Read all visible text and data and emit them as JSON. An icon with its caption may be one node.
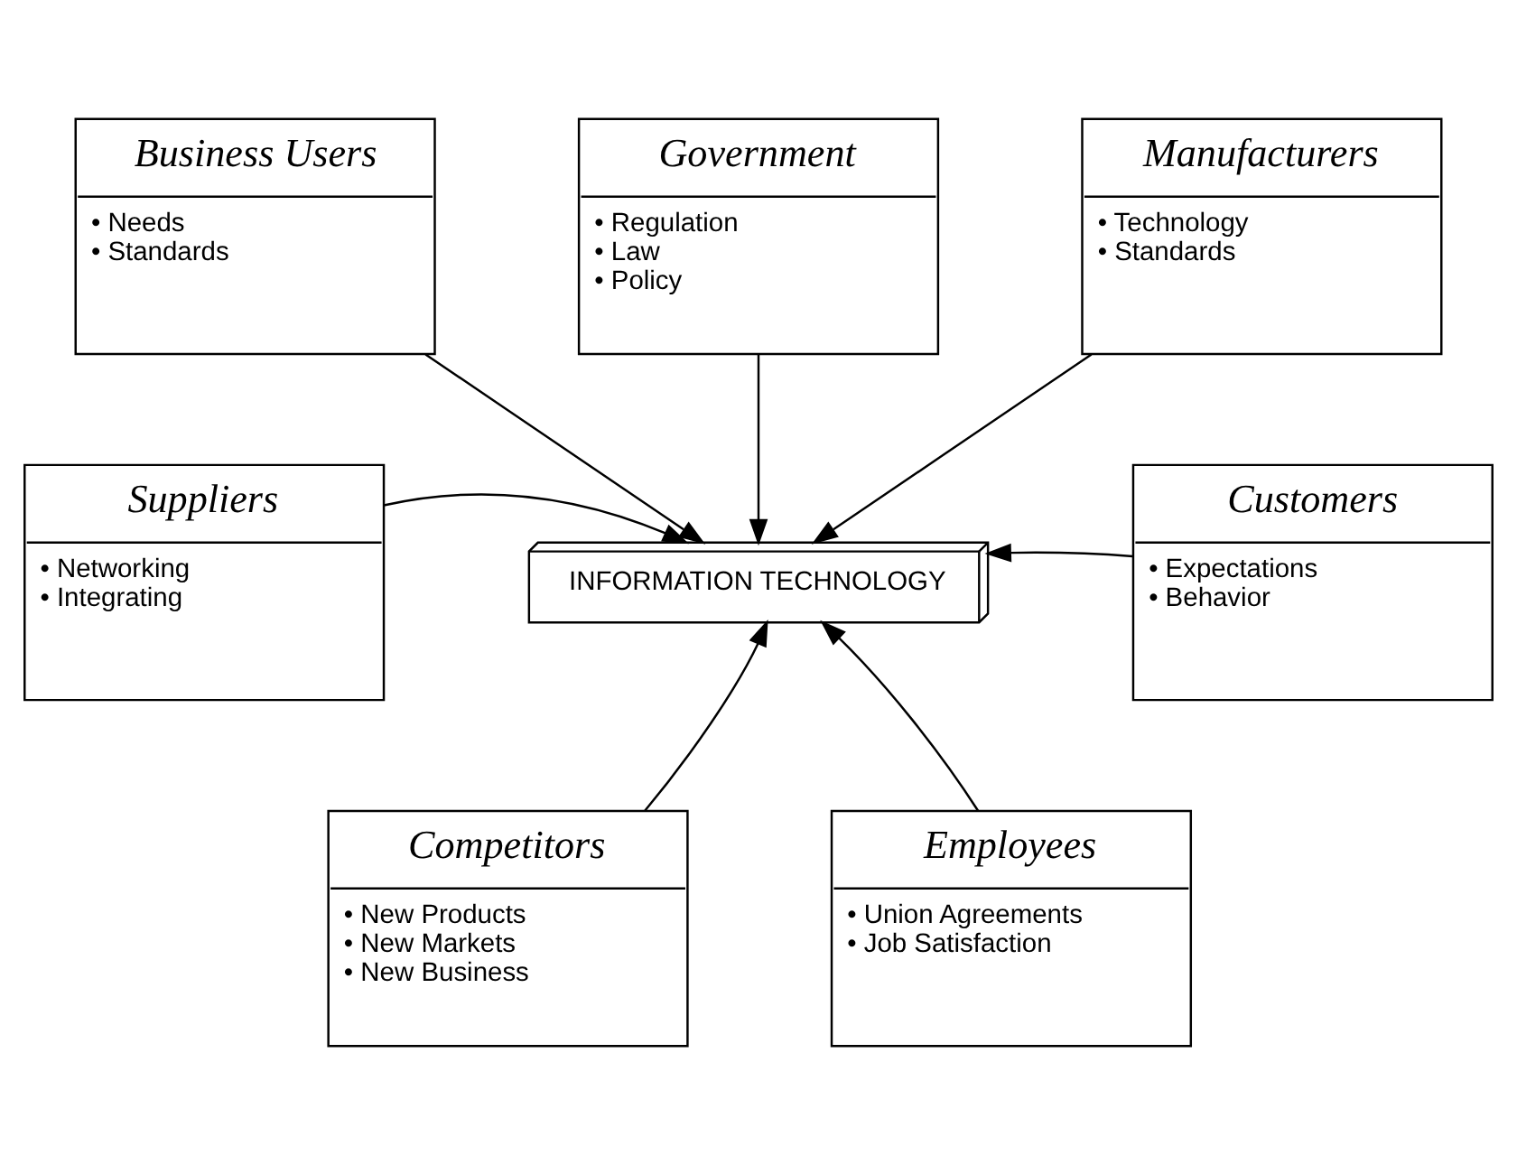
{
  "diagram": {
    "nodes": [
      {
        "text": [
          "Government",
          "• Regulation",
          "• Law",
          "• Policy"
        ]
      },
      {
        "text": [
          "Business Users",
          "• Needs",
          "• Standards"
        ]
      },
      {
        "text": [
          "Manufacturers",
          "• Technology",
          "• Standards"
        ]
      },
      {
        "text": [
          "INFORMATION TECHNOLOGY"
        ]
      },
      {
        "text": [
          "Suppliers",
          "• Networking",
          "• Integrating"
        ]
      },
      {
        "text": [
          "Customers",
          "• Expectations",
          "• Behavior"
        ]
      },
      {
        "text": [
          "Competitors",
          "• New Products",
          "• New Markets",
          "• New Business"
        ]
      },
      {
        "text": [
          "Employees",
          "• Union Agreements",
          "• Job Satisfaction"
        ]
      }
    ],
    "edges": [
      {
        "from": 0,
        "to": 3,
        "arrow": "to"
      },
      {
        "from": 1,
        "to": 3,
        "arrow": "to"
      },
      {
        "from": 2,
        "to": 3,
        "arrow": "to"
      },
      {
        "from": 4,
        "to": 3,
        "arrow": "to"
      },
      {
        "from": 5,
        "to": 3,
        "arrow": "to"
      },
      {
        "from": 6,
        "to": 3,
        "arrow": "to"
      },
      {
        "from": 7,
        "to": 3,
        "arrow": "to"
      }
    ]
  }
}
